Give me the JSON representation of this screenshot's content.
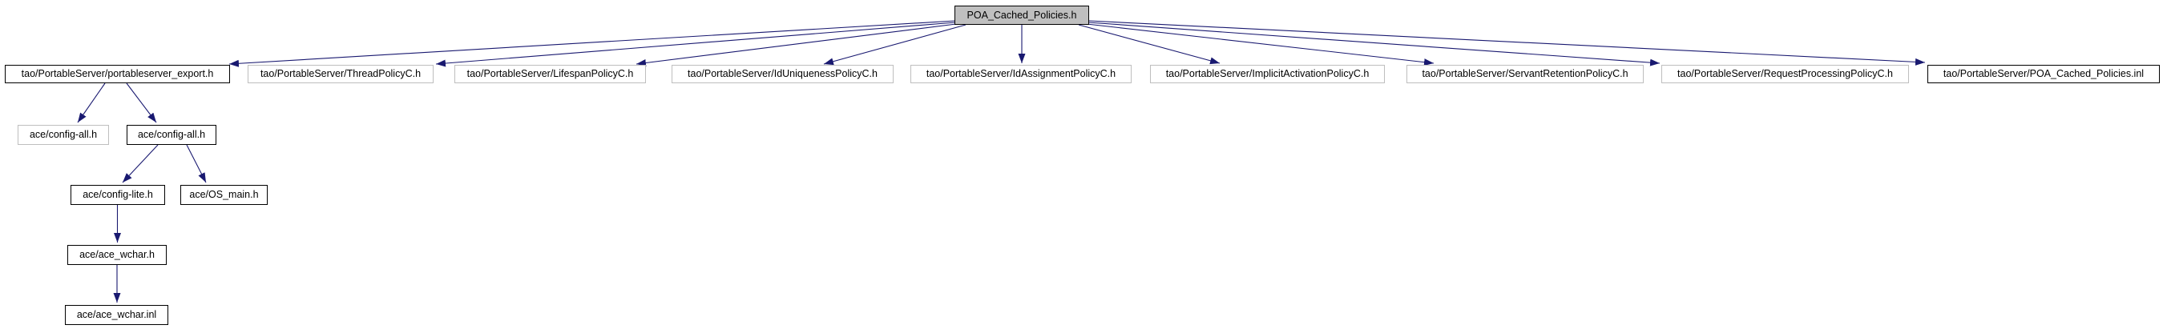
{
  "graph": {
    "type": "include-dependency-graph",
    "root": {
      "label": "POA_Cached_Policies.h"
    },
    "nodes": [
      {
        "label": "tao/PortableServer/portableserver_export.h",
        "linked": true
      },
      {
        "label": "tao/PortableServer/ThreadPolicyC.h",
        "linked": false
      },
      {
        "label": "tao/PortableServer/LifespanPolicyC.h",
        "linked": false
      },
      {
        "label": "tao/PortableServer/IdUniquenessPolicyC.h",
        "linked": false
      },
      {
        "label": "tao/PortableServer/IdAssignmentPolicyC.h",
        "linked": false
      },
      {
        "label": "tao/PortableServer/ImplicitActivationPolicyC.h",
        "linked": false
      },
      {
        "label": "tao/PortableServer/ServantRetentionPolicyC.h",
        "linked": false
      },
      {
        "label": "tao/PortableServer/RequestProcessingPolicyC.h",
        "linked": false
      },
      {
        "label": "tao/PortableServer/POA_Cached_Policies.inl",
        "linked": true
      },
      {
        "label": "ace/config-all.h",
        "linked": false
      },
      {
        "label": "ace/config-all.h",
        "linked": true
      },
      {
        "label": "ace/config-lite.h",
        "linked": true
      },
      {
        "label": "ace/OS_main.h",
        "linked": true
      },
      {
        "label": "ace/ace_wchar.h",
        "linked": true
      },
      {
        "label": "ace/ace_wchar.inl",
        "linked": true
      }
    ],
    "edges": [
      {
        "from": "root",
        "to": 0
      },
      {
        "from": "root",
        "to": 1
      },
      {
        "from": "root",
        "to": 2
      },
      {
        "from": "root",
        "to": 3
      },
      {
        "from": "root",
        "to": 4
      },
      {
        "from": "root",
        "to": 5
      },
      {
        "from": "root",
        "to": 6
      },
      {
        "from": "root",
        "to": 7
      },
      {
        "from": "root",
        "to": 8
      },
      {
        "from": 0,
        "to": 9
      },
      {
        "from": 0,
        "to": 10
      },
      {
        "from": 10,
        "to": 11
      },
      {
        "from": 10,
        "to": 12
      },
      {
        "from": 11,
        "to": 13
      },
      {
        "from": 13,
        "to": 14
      }
    ]
  },
  "colors": {
    "edge": "#191970",
    "root_fill": "#bfbfbf",
    "node_fill": "#ffffff",
    "linked_border": "#000000",
    "plain_border": "#bebebe",
    "text": "#000000",
    "background": "#ffffff"
  }
}
